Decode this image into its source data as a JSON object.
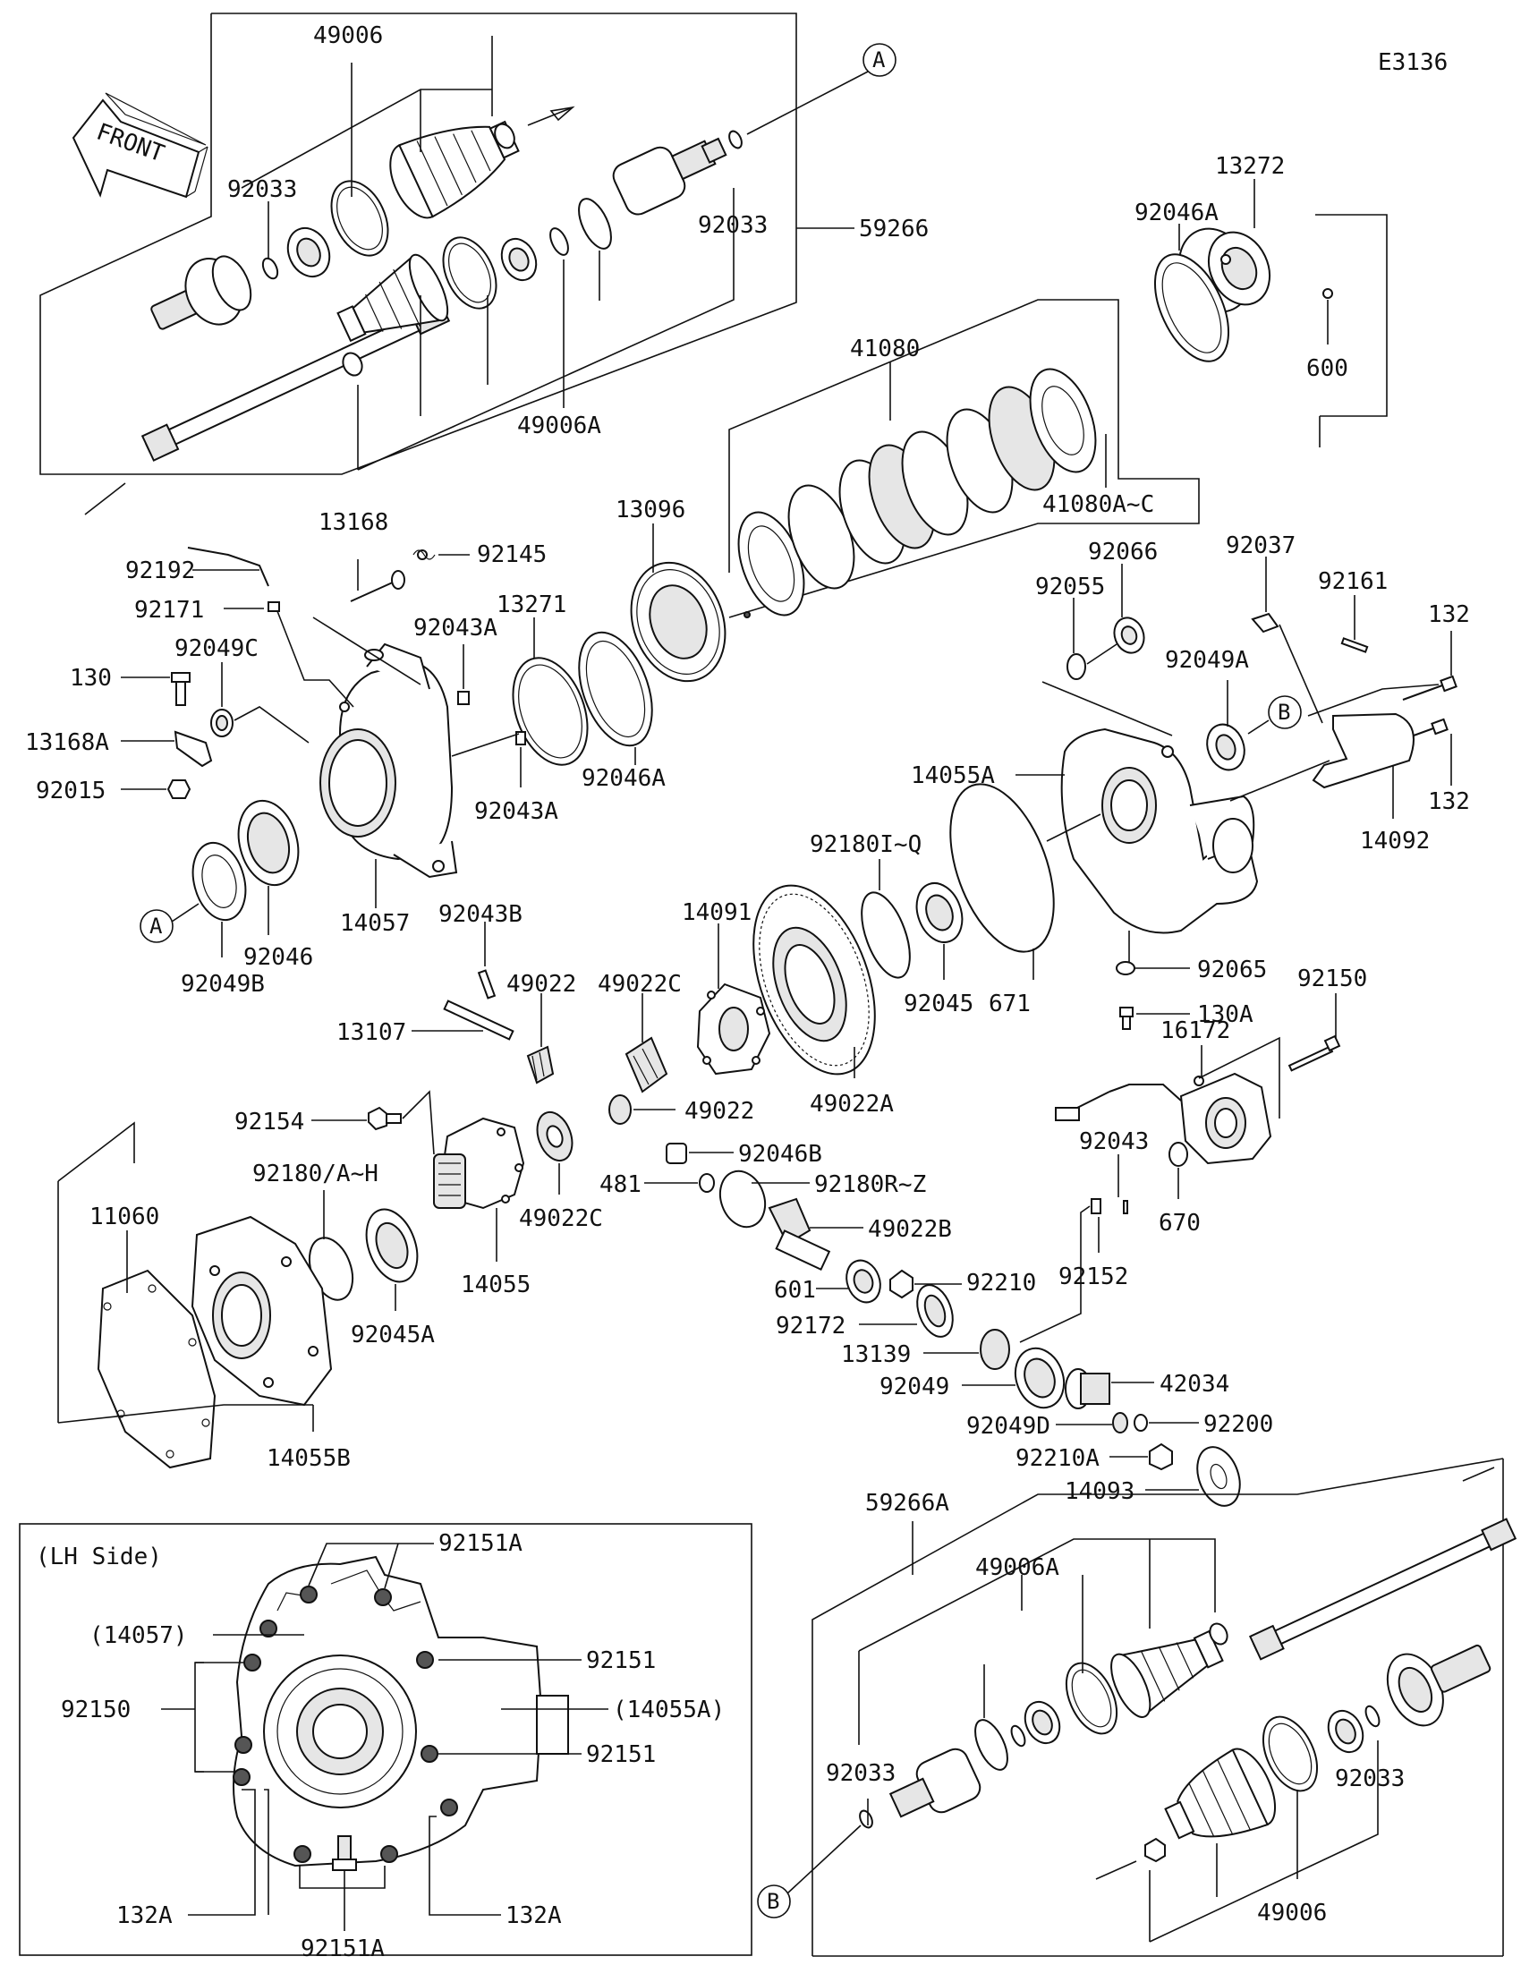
{
  "diagram_code": "E3136",
  "front_label": "FRONT",
  "inset_title": "(LH Side)",
  "callouts": {
    "A": "A",
    "B": "B"
  },
  "labels": {
    "49006_top": "49006",
    "92033_top_left": "92033",
    "92033_top_right": "92033",
    "59266": "59266",
    "49006A_top": "49006A",
    "13272": "13272",
    "92046A_top": "92046A",
    "600": "600",
    "41080": "41080",
    "41080A_C": "41080A~C",
    "13096": "13096",
    "13168": "13168",
    "92145": "92145",
    "92192": "92192",
    "92171": "92171",
    "13271": "13271",
    "92043A_a": "92043A",
    "92043A_b": "92043A",
    "92049C": "92049C",
    "130": "130",
    "13168A": "13168A",
    "92015": "92015",
    "92046A_mid": "92046A",
    "92066": "92066",
    "92055": "92055",
    "92037": "92037",
    "92161": "92161",
    "132_a": "132",
    "132_b": "132",
    "92049A": "92049A",
    "14055A": "14055A",
    "14092": "14092",
    "92180I_Q": "92180I~Q",
    "92049B": "92049B",
    "92046": "92046",
    "14057": "14057",
    "92043B": "92043B",
    "14091": "14091",
    "92045_right": "92045",
    "671": "671",
    "92065": "92065",
    "130A": "130A",
    "92150_top": "92150",
    "49022_a": "49022",
    "49022C_a": "49022C",
    "13107": "13107",
    "49022_b": "49022",
    "49022A": "49022A",
    "16172": "16172",
    "92154": "92154",
    "92046B": "92046B",
    "481": "481",
    "92180R_Z": "92180R~Z",
    "92180_A_H": "92180/A~H",
    "11060": "11060",
    "49022C_b": "49022C",
    "49022B": "49022B",
    "92043": "92043",
    "670": "670",
    "14055": "14055",
    "92045A": "92045A",
    "601": "601",
    "92210": "92210",
    "92152": "92152",
    "92172": "92172",
    "13139": "13139",
    "92049": "92049",
    "42034": "42034",
    "92049D": "92049D",
    "92200": "92200",
    "92210A": "92210A",
    "14093": "14093",
    "14055B": "14055B",
    "59266A": "59266A",
    "49006A_bottom": "49006A",
    "92033_bottom_left": "92033",
    "92033_bottom_right": "92033",
    "49006_bottom": "49006",
    "inset_92151A_top": "92151A",
    "inset_14057": "(14057)",
    "inset_92151_a": "92151",
    "inset_92150": "92150",
    "inset_14055A": "(14055A)",
    "inset_92151_b": "92151",
    "inset_132A_left": "132A",
    "inset_132A_right": "132A",
    "inset_92151A_bottom": "92151A"
  }
}
